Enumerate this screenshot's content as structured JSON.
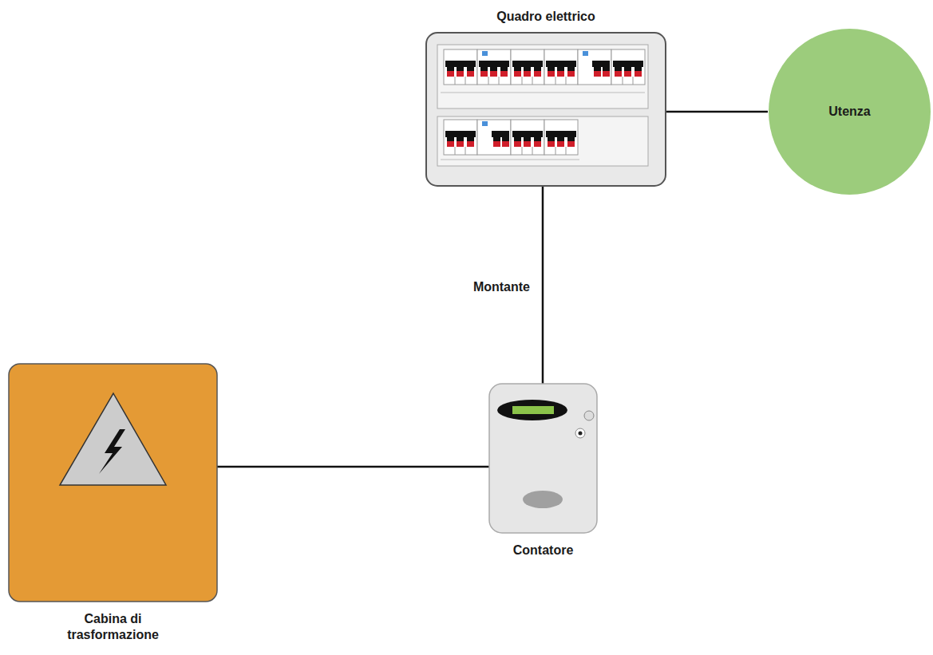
{
  "diagram": {
    "nodes": [
      {
        "text": [
          "Quadro elettrico"
        ]
      },
      {
        "text": [
          "Utenza"
        ]
      },
      {
        "text": [
          "Contatore"
        ]
      },
      {
        "text": [
          "Cabina di trasformazione"
        ]
      }
    ],
    "edges": [
      {
        "from": 3,
        "to": 2,
        "arrow": "none"
      },
      {
        "from": 2,
        "to": 0,
        "label": "Montante",
        "arrow": "none"
      },
      {
        "from": 0,
        "to": 1,
        "arrow": "none"
      }
    ]
  }
}
